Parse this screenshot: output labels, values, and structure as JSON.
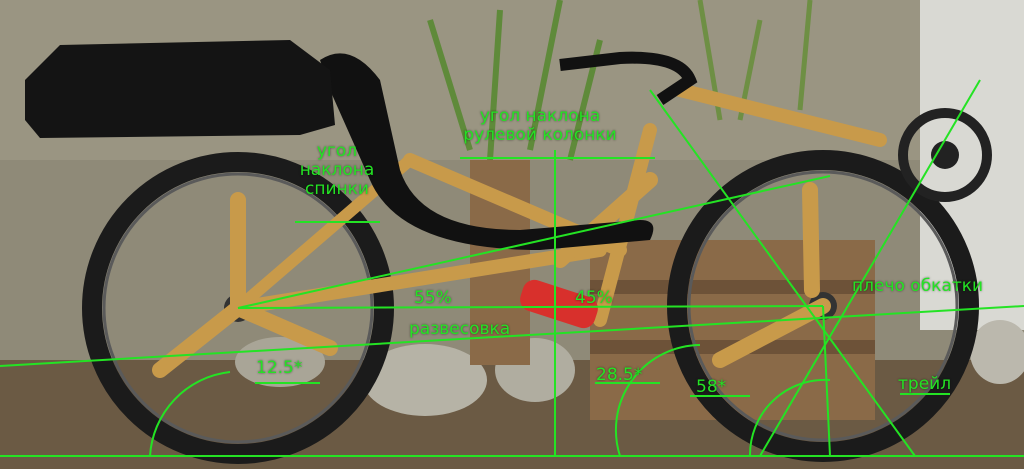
{
  "annotations": {
    "seat_angle": [
      "угол",
      "наклона",
      "спинки"
    ],
    "head_tube_angle": [
      "угол наклона",
      "рулевой колонки"
    ],
    "weight_rear_pct": "55%",
    "weight_front_pct": "45%",
    "weight_label": "развесовка",
    "seat_angle_value": "12.5*",
    "head_angle_value": "28.5*",
    "fork_angle_value": "58*",
    "fork_offset_label": "плечо обкатки",
    "trail_label": "трейл"
  },
  "colors": {
    "annotation_green": "#24e324",
    "bamboo": "#c89a4a",
    "tire": "#1b1b1b",
    "wall": "#8f8a78",
    "ground": "#6b5a44",
    "crate": "#8a6a48"
  }
}
